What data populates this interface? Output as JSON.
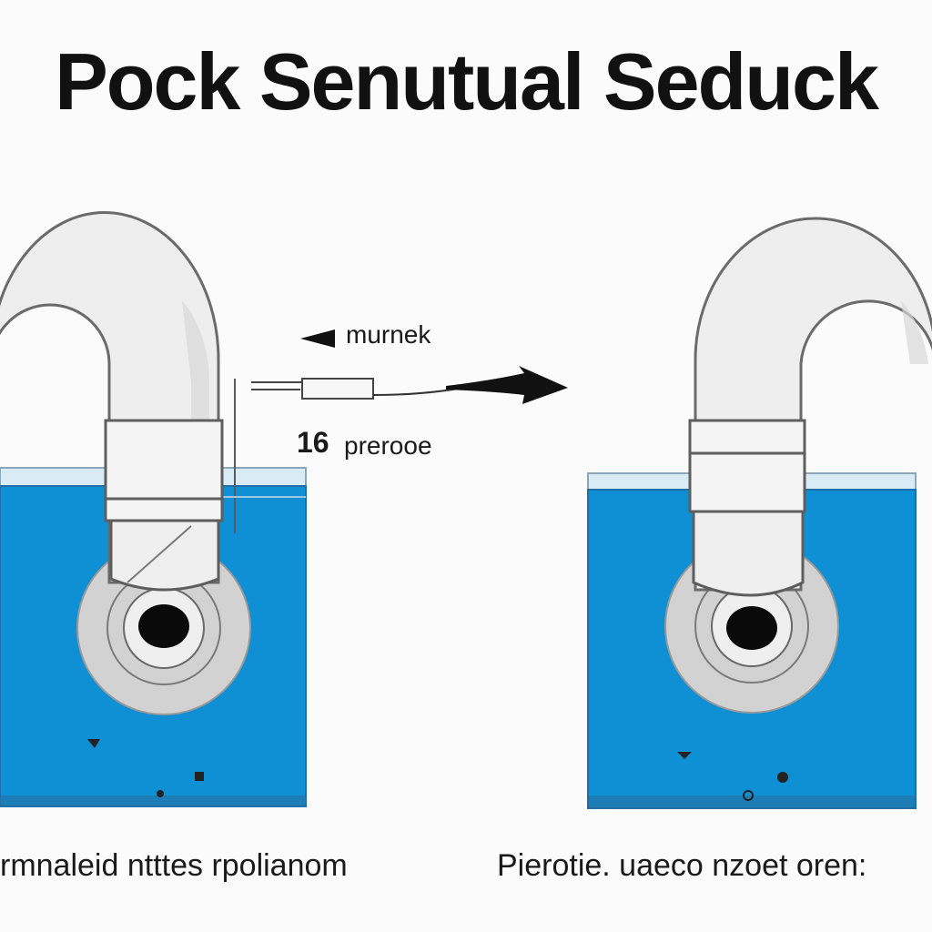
{
  "title": "Pock Senutual Seduck",
  "labels": {
    "top": "murnek",
    "number": "16",
    "middle": "prerooe"
  },
  "captions": {
    "left": "rmnaleid ntttes rpolianom",
    "right": "Pierotie. uaeco nzoet oren:"
  },
  "colors": {
    "water": "#0f8fd4",
    "water_edge": "#1f6ea8",
    "pipe": "#eeeeee",
    "pipe_outline": "#6b6b6b",
    "flange": "#d2d2d2",
    "drain_hole": "#0a0a0a",
    "arrow": "#111111"
  }
}
